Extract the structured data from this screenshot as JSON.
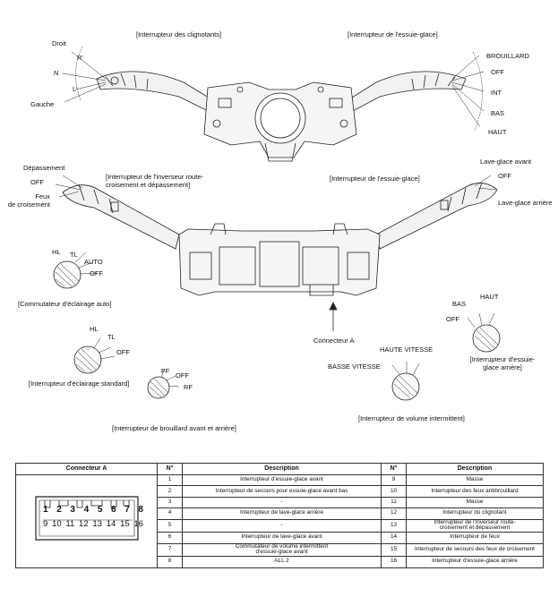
{
  "top_labels": {
    "turn_switch": "[Interrupteur des clignotants]",
    "wiper_switch_top": "[Interrupteur de l'essuie-glace]",
    "droit": "Droit",
    "r_prime": "R'",
    "n": "N",
    "l_prime": "L'",
    "gauche": "Gauche",
    "brouillard": "BROUILLARD",
    "off_top": "OFF",
    "int": "INT",
    "bas_top": "BAS",
    "haut_top": "HAUT"
  },
  "mid_labels": {
    "depassement": "Dépassement",
    "off_left": "OFF",
    "feux_croisement": "Feux\nde croisement",
    "inverseur": "[Interrupteur de l'inverseur route-\ncroisement et dépassement]",
    "wiper_switch_mid": "[Interrupteur de l'essuie-glace]",
    "lave_glace_avant": "Lave-glace avant",
    "off_right": "OFF",
    "lave_glace_arriere": "Lave-glace arrière",
    "hl_auto": "HL",
    "tl_auto": "TL",
    "auto": "AUTO",
    "off_auto": "OFF",
    "commutateur_auto": "[Commutateur d'éclairage auto]",
    "hl_std": "HL",
    "tl_std": "TL",
    "off_std": "OFF",
    "eclairage_standard": "[Interrupteur d'éclairage standard]",
    "ff": "FF",
    "off_fog": "OFF",
    "rf": "RF",
    "brouillard_av_ar": "[Interrupteur de brouillard avant et arrière]",
    "connecteur_a": "Connecteur A",
    "bas_rear": "BAS",
    "haut_rear": "HAUT",
    "off_rear": "OFF",
    "essuie_arriere": "[Interrupteur d'essuie-\nglace arrière]",
    "haute_vitesse": "HAUTE VITESSE",
    "basse_vitesse": "BASSE VITESSE",
    "volume_intermittent": "[Interrupteur de volume intermittent]"
  },
  "table": {
    "headers": [
      "Connecteur A",
      "N°",
      "Description",
      "N°",
      "Description"
    ],
    "pins_top": [
      "1",
      "2",
      "3",
      "4",
      "5",
      "6",
      "7",
      "8"
    ],
    "pins_bottom": [
      "9",
      "10",
      "11",
      "12",
      "13",
      "14",
      "15",
      "16"
    ],
    "rows": [
      {
        "n1": "1",
        "d1": "Interrupteur d'essuie-glace avant",
        "n2": "9",
        "d2": "Masse"
      },
      {
        "n1": "2",
        "d1": "Interrupteur de secours pour essuie-glace avant bas",
        "n2": "10",
        "d2": "Interrupteur des feux antibrouillard"
      },
      {
        "n1": "3",
        "d1": "-",
        "n2": "11",
        "d2": "Masse"
      },
      {
        "n1": "4",
        "d1": "Interrupteur de lave-glace arrière",
        "n2": "12",
        "d2": "Interrupteur du clignotant"
      },
      {
        "n1": "5",
        "d1": "-",
        "n2": "13",
        "d2": "Interrupteur de l'inverseur route-\ncroisement et dépassement"
      },
      {
        "n1": "6",
        "d1": "Interrupteur de lave-glace avant",
        "n2": "14",
        "d2": "Interrupteur de feux"
      },
      {
        "n1": "7",
        "d1": "Commutateur de volume intermittent\nd'essuie-glace avant",
        "n2": "15",
        "d2": "Interrupteur de secours des feux de croisement"
      },
      {
        "n1": "8",
        "d1": "ALL 2",
        "n2": "16",
        "d2": "Interrupteur d'essuie-glace arrière"
      }
    ]
  }
}
